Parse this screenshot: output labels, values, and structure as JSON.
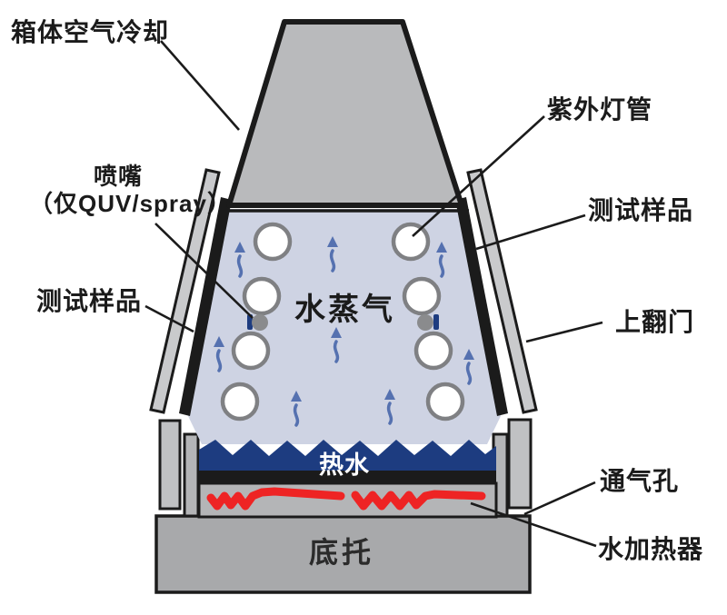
{
  "diagram": {
    "subject": "QUV weathering test chamber cross-section",
    "labels": {
      "chamber_air_cooling": "箱体空气冷却",
      "nozzle_line1": "喷嘴",
      "nozzle_line2": "（仅QUV/spray）",
      "test_sample_left": "测试样品",
      "uv_lamp": "紫外灯管",
      "test_sample_right": "测试样品",
      "flip_up_door": "上翻门",
      "water_vapor": "水蒸气",
      "hot_water": "热水",
      "vent_hole": "通气孔",
      "water_heater": "水加热器",
      "base_support": "底托"
    },
    "colors": {
      "chamber_interior": "#ced3e3",
      "hot_water": "#1d3c80",
      "heater_element": "#ee2424",
      "vapor_arrow": "#5571b0",
      "hood_gray": "#b9babc",
      "door_panel_gray": "#c9cacc",
      "base_gray": "#a8a9ab",
      "outline_black": "#1b1b1b",
      "lamp_ring_gray": "#7f8083"
    }
  }
}
